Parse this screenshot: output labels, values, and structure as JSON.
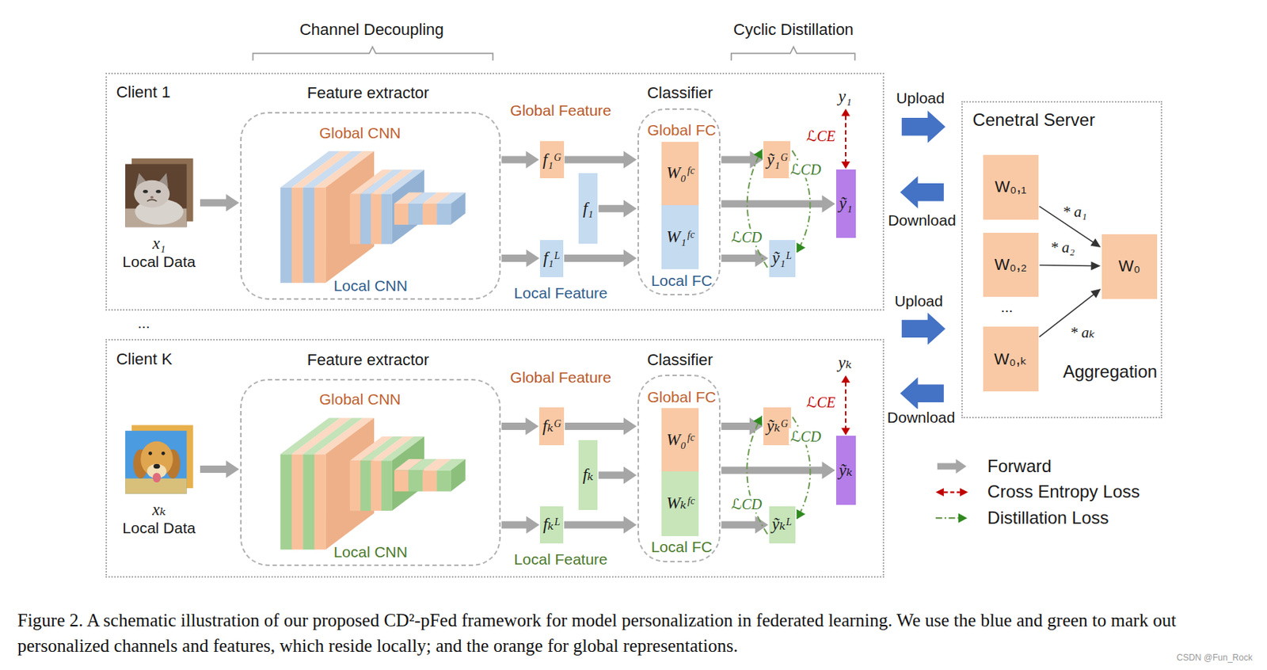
{
  "diagram": {
    "caption": "Figure 2. A schematic illustration of our proposed CD²-pFed framework for model personalization in federated learning. We use the blue and green to mark out personalized channels and features, which reside locally; and the orange for global representations.",
    "nodes": [
      {
        "text": [
          "Client 1"
        ]
      },
      {
        "text": [
          "x₁",
          "Local Data"
        ],
        "in": 0
      },
      {
        "text": [
          "Feature extractor",
          "Global CNN",
          "Local CNN"
        ],
        "in": 0
      },
      {
        "text": [
          "f₁ᴳ"
        ],
        "in": 0
      },
      {
        "text": [
          "f₁"
        ],
        "in": 0
      },
      {
        "text": [
          "f₁ᴸ"
        ],
        "in": 0
      },
      {
        "text": [
          "Classifier",
          "Global FC",
          "Local FC"
        ],
        "in": 0
      },
      {
        "text": [
          "W₀ᶠᶜ"
        ],
        "in": 6
      },
      {
        "text": [
          "W₁ᶠᶜ"
        ],
        "in": 6
      },
      {
        "text": [
          "ỹ₁ᴳ"
        ],
        "in": 0
      },
      {
        "text": [
          "ỹ₁"
        ],
        "in": 0
      },
      {
        "text": [
          "ỹ₁ᴸ"
        ],
        "in": 0
      },
      {
        "text": [
          "y₁"
        ],
        "in": 0
      },
      {
        "text": [
          "Client K"
        ]
      },
      {
        "text": [
          "xₖ",
          "Local Data"
        ],
        "in": 13
      },
      {
        "text": [
          "Feature extractor",
          "Global CNN",
          "Local CNN"
        ],
        "in": 13
      },
      {
        "text": [
          "fₖᴳ"
        ],
        "in": 13
      },
      {
        "text": [
          "fₖ"
        ],
        "in": 13
      },
      {
        "text": [
          "fₖᴸ"
        ],
        "in": 13
      },
      {
        "text": [
          "Classifier",
          "Global FC",
          "Local FC"
        ],
        "in": 13
      },
      {
        "text": [
          "W₀ᶠᶜ"
        ],
        "in": 19
      },
      {
        "text": [
          "Wₖᶠᶜ"
        ],
        "in": 19
      },
      {
        "text": [
          "ỹₖᴳ"
        ],
        "in": 13
      },
      {
        "text": [
          "ỹₖ"
        ],
        "in": 13
      },
      {
        "text": [
          "ỹₖᴸ"
        ],
        "in": 13
      },
      {
        "text": [
          "yₖ"
        ],
        "in": 13
      },
      {
        "text": [
          "Cenetral Server",
          "Aggregation"
        ]
      },
      {
        "text": [
          "W₀,₁"
        ],
        "in": 26
      },
      {
        "text": [
          "W₀,₂"
        ],
        "in": 26
      },
      {
        "text": [
          "W₀,ₖ"
        ],
        "in": 26
      },
      {
        "text": [
          "W₀"
        ],
        "in": 26
      }
    ],
    "edges": [
      {
        "from": 1,
        "to": 2,
        "arrow": "to"
      },
      {
        "from": 2,
        "to": 3,
        "arrow": "to"
      },
      {
        "from": 2,
        "to": 5,
        "arrow": "to"
      },
      {
        "from": 3,
        "to": 6,
        "arrow": "to"
      },
      {
        "from": 4,
        "to": 6,
        "arrow": "to"
      },
      {
        "from": 5,
        "to": 6,
        "arrow": "to"
      },
      {
        "from": 6,
        "to": 9,
        "arrow": "to"
      },
      {
        "from": 6,
        "to": 10,
        "arrow": "to"
      },
      {
        "from": 6,
        "to": 11,
        "arrow": "to"
      },
      {
        "from": 11,
        "to": 9,
        "label": "ℒCD",
        "arrow": "to"
      },
      {
        "from": 9,
        "to": 11,
        "label": "ℒCD",
        "arrow": "to"
      },
      {
        "from": 10,
        "to": 12,
        "label": "ℒCE",
        "arrow": "both"
      },
      {
        "from": 14,
        "to": 15,
        "arrow": "to"
      },
      {
        "from": 15,
        "to": 16,
        "arrow": "to"
      },
      {
        "from": 15,
        "to": 18,
        "arrow": "to"
      },
      {
        "from": 16,
        "to": 19,
        "arrow": "to"
      },
      {
        "from": 17,
        "to": 19,
        "arrow": "to"
      },
      {
        "from": 18,
        "to": 19,
        "arrow": "to"
      },
      {
        "from": 19,
        "to": 22,
        "arrow": "to"
      },
      {
        "from": 19,
        "to": 23,
        "arrow": "to"
      },
      {
        "from": 19,
        "to": 24,
        "arrow": "to"
      },
      {
        "from": 24,
        "to": 22,
        "label": "ℒCD",
        "arrow": "to"
      },
      {
        "from": 22,
        "to": 24,
        "label": "ℒCD",
        "arrow": "to"
      },
      {
        "from": 23,
        "to": 25,
        "label": "ℒCE",
        "arrow": "both"
      },
      {
        "from": 27,
        "to": 30,
        "label": "* a₁",
        "arrow": "to"
      },
      {
        "from": 28,
        "to": 30,
        "label": "* a₂",
        "arrow": "to"
      },
      {
        "from": 29,
        "to": 30,
        "label": "* aₖ",
        "arrow": "to"
      },
      {
        "from": 0,
        "to": 26,
        "label": "Upload",
        "arrow": "to"
      },
      {
        "from": 26,
        "to": 0,
        "label": "Download",
        "arrow": "to"
      },
      {
        "from": 13,
        "to": 26,
        "label": "Upload",
        "arrow": "to"
      },
      {
        "from": 26,
        "to": 13,
        "label": "Download",
        "arrow": "to"
      }
    ],
    "labels": [
      "Channel Decoupling",
      "Cyclic Distillation",
      "Global Feature",
      "Local Feature",
      "...",
      "Global Feature",
      "Local Feature",
      "...",
      "CSDN @Fun_Rock"
    ],
    "legend": [
      {
        "text": "Forward"
      },
      {
        "text": "Cross Entropy Loss"
      },
      {
        "text": "Distillation Loss"
      }
    ]
  }
}
